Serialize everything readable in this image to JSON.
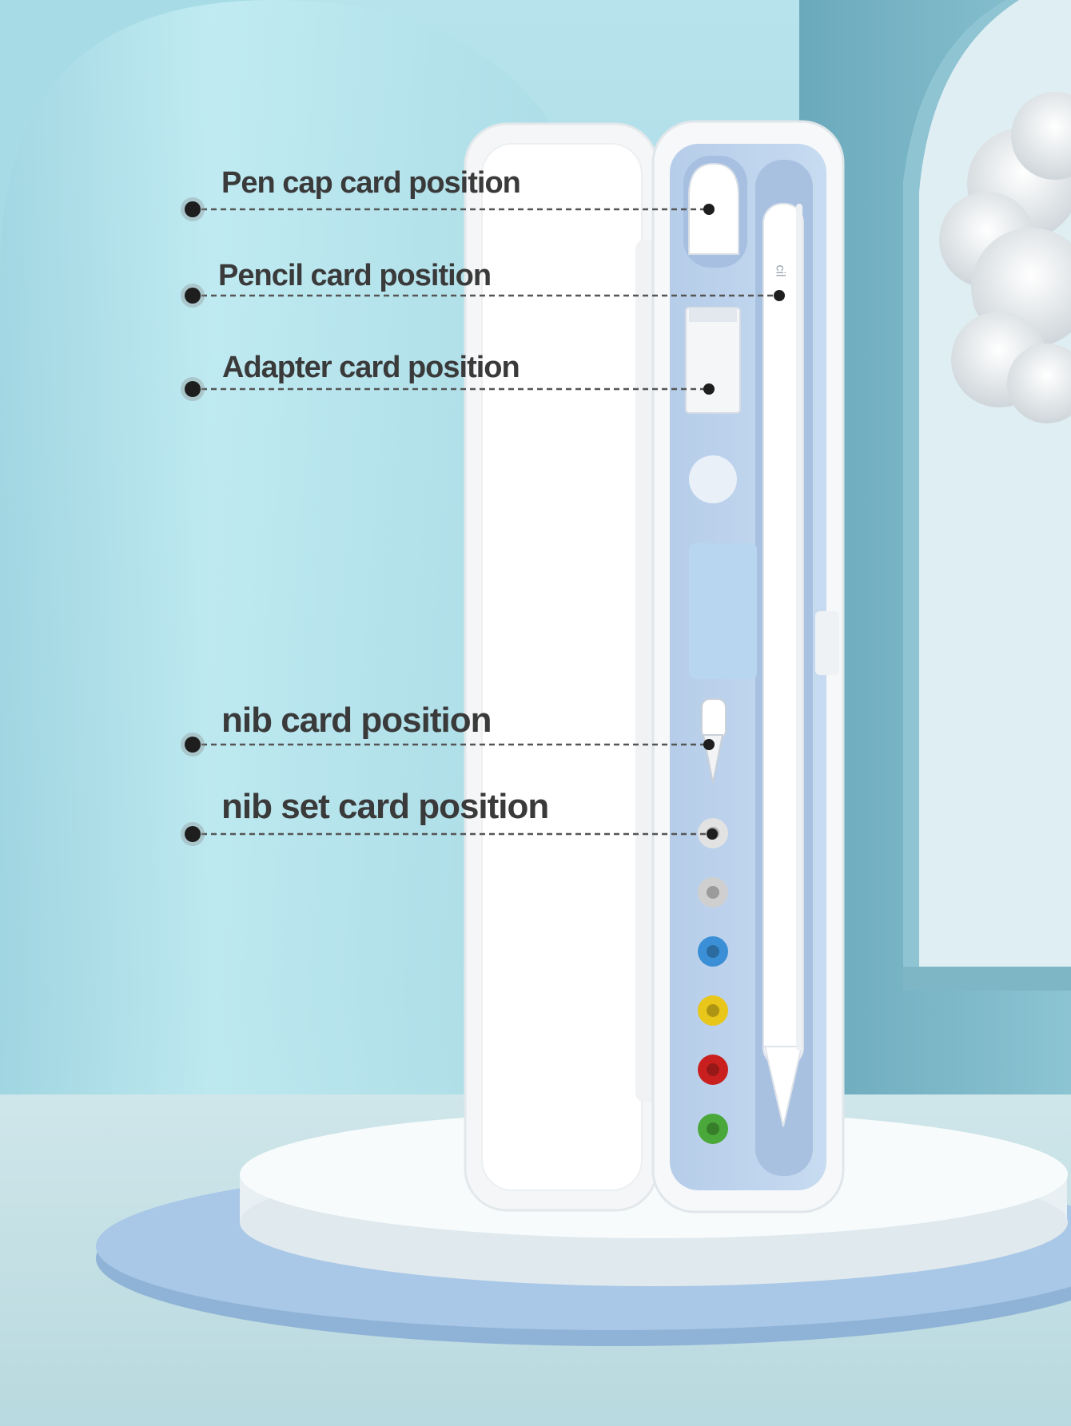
{
  "callouts": [
    {
      "id": "pen-cap",
      "text": "Pen cap card position"
    },
    {
      "id": "pencil",
      "text": "Pencil card position"
    },
    {
      "id": "adapter",
      "text": "Adapter card position"
    },
    {
      "id": "nib",
      "text": "nib card position"
    },
    {
      "id": "nib-set",
      "text": "nib set card position"
    }
  ],
  "nib_colors": [
    "#e2e2e2",
    "#cfcfcf",
    "#3a8fd6",
    "#e8c61a",
    "#c9201f",
    "#4aa83a"
  ],
  "pencil_engraving": "cil"
}
